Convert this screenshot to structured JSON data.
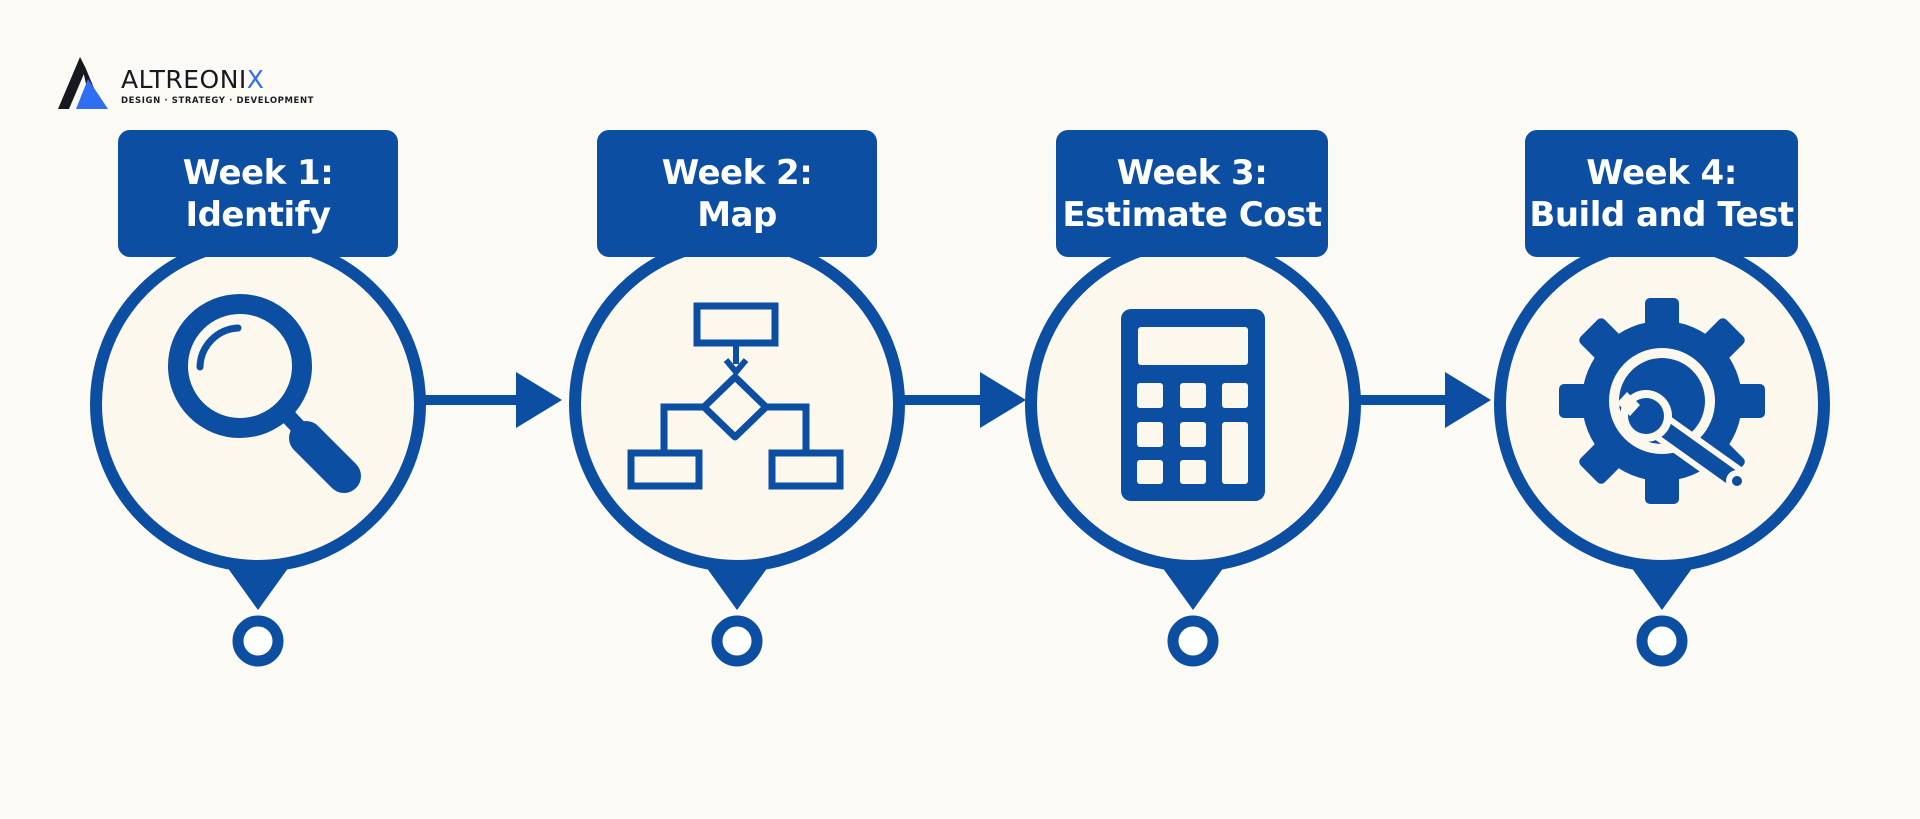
{
  "brand": {
    "name_main": "ALTREONI",
    "name_accent": "X",
    "tagline": "DESIGN · STRATEGY · DEVELOPMENT",
    "accent_color": "#2f6ef0",
    "text_color": "#17191f"
  },
  "colors": {
    "primary": "#0b4ea2",
    "background": "#fbfaf5",
    "circle_fill": "#fcf8ee",
    "title_text": "#ffffff"
  },
  "steps": [
    {
      "line1": "Week 1:",
      "line2": "Identify",
      "icon": "magnifying-glass-icon"
    },
    {
      "line1": "Week 2:",
      "line2": "Map",
      "icon": "flowchart-icon"
    },
    {
      "line1": "Week 3:",
      "line2": "Estimate Cost",
      "icon": "calculator-icon"
    },
    {
      "line1": "Week 4:",
      "line2": "Build and Test",
      "icon": "gear-wrench-icon"
    }
  ],
  "connectors": [
    {
      "from": 0,
      "to": 1,
      "icon": "arrow-right-icon"
    },
    {
      "from": 1,
      "to": 2,
      "icon": "arrow-right-icon"
    },
    {
      "from": 2,
      "to": 3,
      "icon": "arrow-right-icon"
    }
  ]
}
